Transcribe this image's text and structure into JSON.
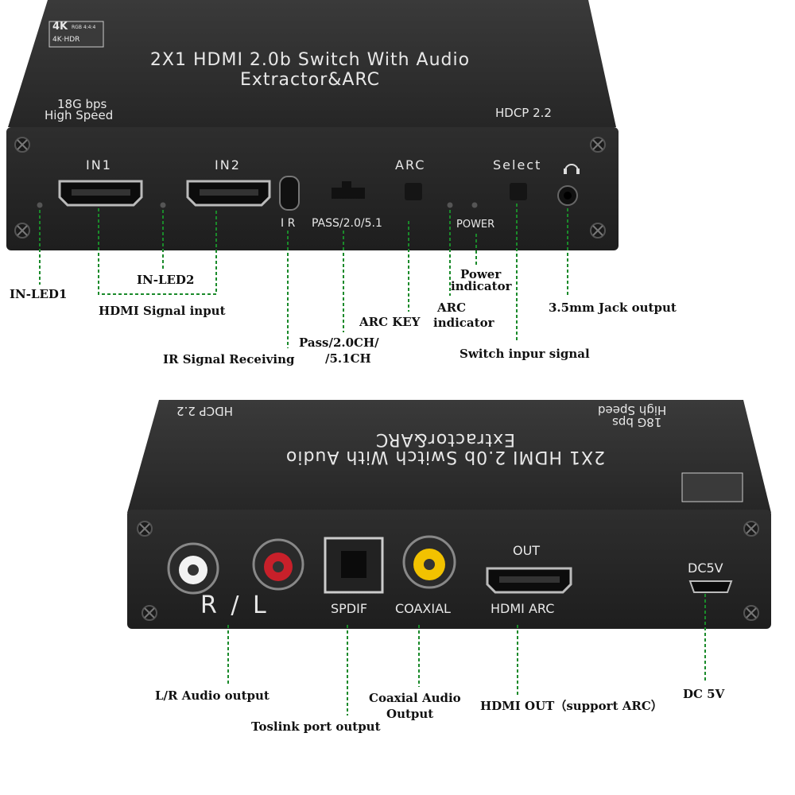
{
  "front_panel": {
    "top_title_line1": "2X1 HDMI 2.0b Switch With Audio",
    "top_title_line2": "Extractor&ARC",
    "speed_line1": "18G bps",
    "speed_line2": "High Speed",
    "hdcp": "HDCP 2.2",
    "badge_line1": "4K",
    "badge_line2": "RGB 4:4:4",
    "badge_line3": "4K·HDR",
    "port_in1": "IN1",
    "port_in2": "IN2",
    "label_arc": "ARC",
    "label_select": "Select",
    "label_ir": "I R",
    "label_pass": "PASS/2.0/5.1",
    "label_power": "POWER"
  },
  "front_callouts": {
    "in_led1": "IN-LED1",
    "in_led2": "IN-LED2",
    "hdmi_signal_input": "HDMI Signal input",
    "ir_signal_receiving": "IR Signal Receiving",
    "pass_line1": "Pass/2.0CH/",
    "pass_line2": "/5.1CH",
    "arc_key": "ARC KEY",
    "arc_indicator_line1": "ARC",
    "arc_indicator_line2": "indicator",
    "power_indicator_line1": "Power",
    "power_indicator_line2": "indicator",
    "switch_input_signal": "Switch inpur signal",
    "jack_output": "3.5mm Jack output"
  },
  "rear_panel": {
    "top_title_line1": "2X1 HDMI 2.0b Switch With Audio",
    "top_title_line2": "Extractor&ARC",
    "speed_line1": "18G bps",
    "speed_line2": "High Speed",
    "hdcp": "HDCP 2.2",
    "label_rl": "R / L",
    "label_spdif": "SPDIF",
    "label_coaxial": "COAXIAL",
    "label_out": "OUT",
    "label_hdmi_arc": "HDMI ARC",
    "label_dc": "DC5V"
  },
  "rear_callouts": {
    "lr_audio_output": "L/R Audio output",
    "toslink_output": "Toslink port output",
    "coaxial_line1": "Coaxial Audio",
    "coaxial_line2": "Output",
    "hdmi_out": "HDMI OUT（support ARC）",
    "dc_5v": "DC 5V"
  },
  "colors": {
    "leader_line": "#1a8a2a",
    "device_body": "#2b2b2b",
    "silkscreen": "#e8e8e8"
  }
}
